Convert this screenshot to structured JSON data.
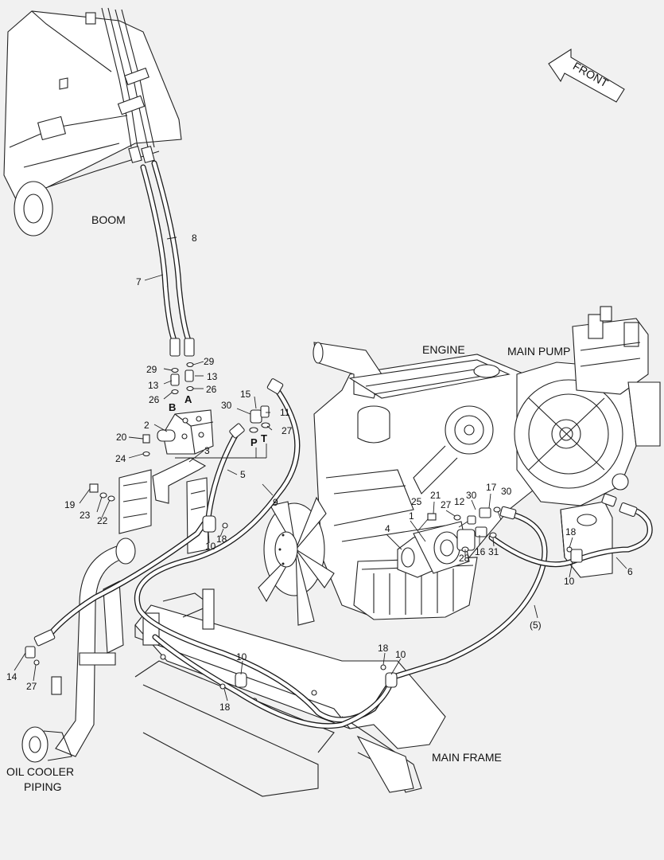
{
  "labels": {
    "front": "FRONT",
    "boom": "BOOM",
    "engine": "ENGINE",
    "main_pump": "MAIN PUMP",
    "main_frame": "MAIN FRAME",
    "oil_cooler_line1": "OIL COOLER",
    "oil_cooler_line2": "PIPING"
  },
  "ports": {
    "a": "A",
    "b": "B",
    "p": "P",
    "t": "T"
  },
  "callouts": {
    "c1": "1",
    "c2": "2",
    "c3": "3",
    "c4": "4",
    "c5": "5",
    "c5b": "(5)",
    "c6": "6",
    "c7": "7",
    "c8": "8",
    "c9": "9",
    "c10a": "10",
    "c10b": "10",
    "c10c": "10",
    "c10d": "10",
    "c11": "11",
    "c12": "12",
    "c13a": "13",
    "c13b": "13",
    "c14": "14",
    "c15": "15",
    "c16": "16",
    "c17": "17",
    "c18a": "18",
    "c18b": "18",
    "c18c": "18",
    "c18d": "18",
    "c19": "19",
    "c20": "20",
    "c21": "21",
    "c22": "22",
    "c23": "23",
    "c24": "24",
    "c25": "25",
    "c26a": "26",
    "c26b": "26",
    "c27a": "27",
    "c27b": "27",
    "c27c": "27",
    "c28": "28",
    "c29a": "29",
    "c29b": "29",
    "c30a": "30",
    "c30b": "30",
    "c30c": "30",
    "c31": "31"
  }
}
